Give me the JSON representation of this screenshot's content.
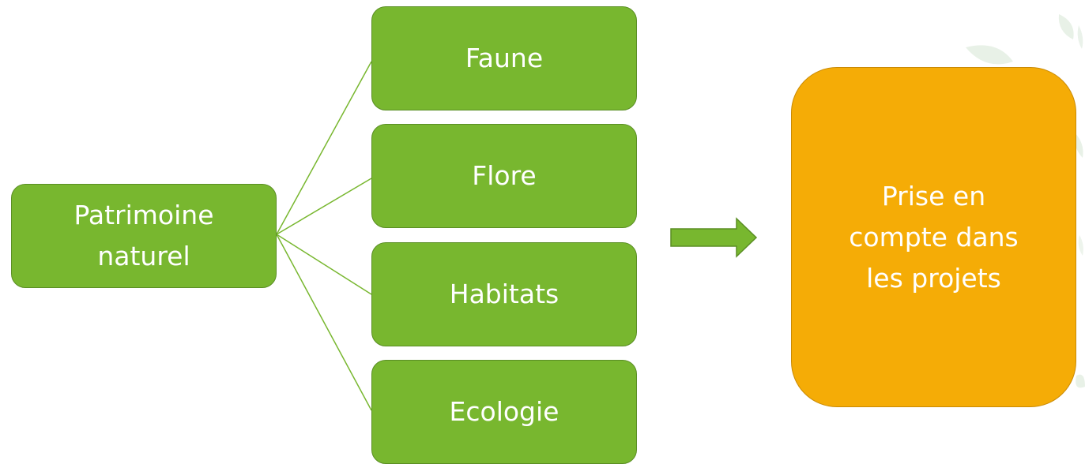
{
  "diagram": {
    "root": {
      "label": "Patrimoine\nnaturel"
    },
    "children": [
      {
        "label": "Faune"
      },
      {
        "label": "Flore"
      },
      {
        "label": "Habitats"
      },
      {
        "label": "Ecologie"
      }
    ],
    "target": {
      "label": "Prise en\ncompte dans\nles projets"
    }
  },
  "colors": {
    "node_green": "#78b72f",
    "node_green_border": "#5a8e24",
    "target_orange": "#f5ac06",
    "connector": "#78b72f",
    "arrow": "#78b72f",
    "text": "#ffffff"
  },
  "icons": {
    "arrow": "right-block-arrow-icon",
    "decoration": "leaf-decoration"
  }
}
